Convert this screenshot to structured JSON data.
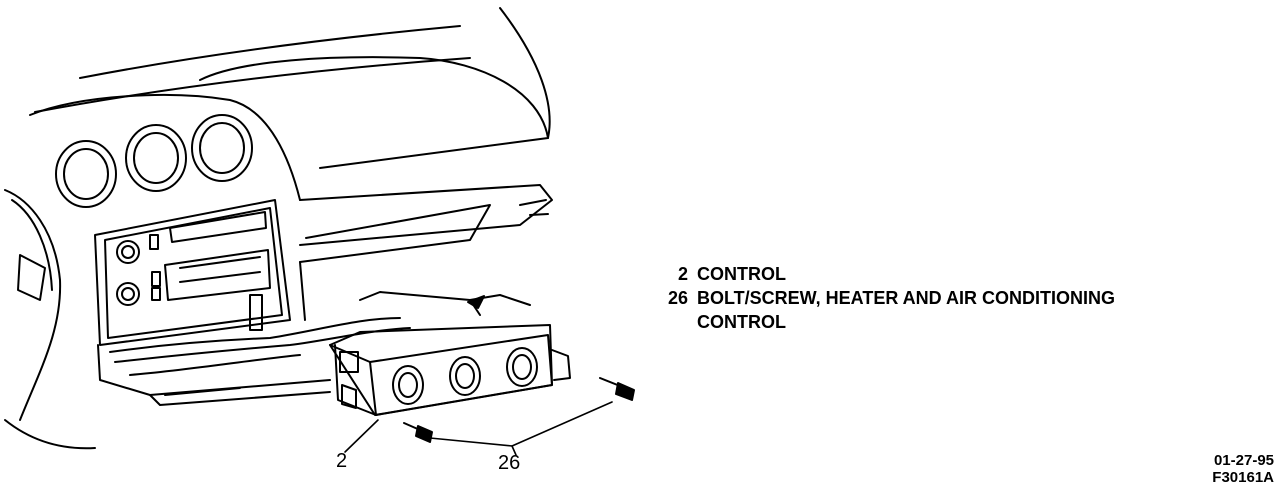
{
  "callouts": {
    "control": "2",
    "screws": "26"
  },
  "legend": [
    {
      "number": "2",
      "text": "CONTROL"
    },
    {
      "number": "26",
      "text": "BOLT/SCREW, HEATER AND AIR CONDITIONING"
    },
    {
      "number": "",
      "text": "CONTROL"
    }
  ],
  "stamp": {
    "date": "01-27-95",
    "figure_code": "F30161A"
  }
}
